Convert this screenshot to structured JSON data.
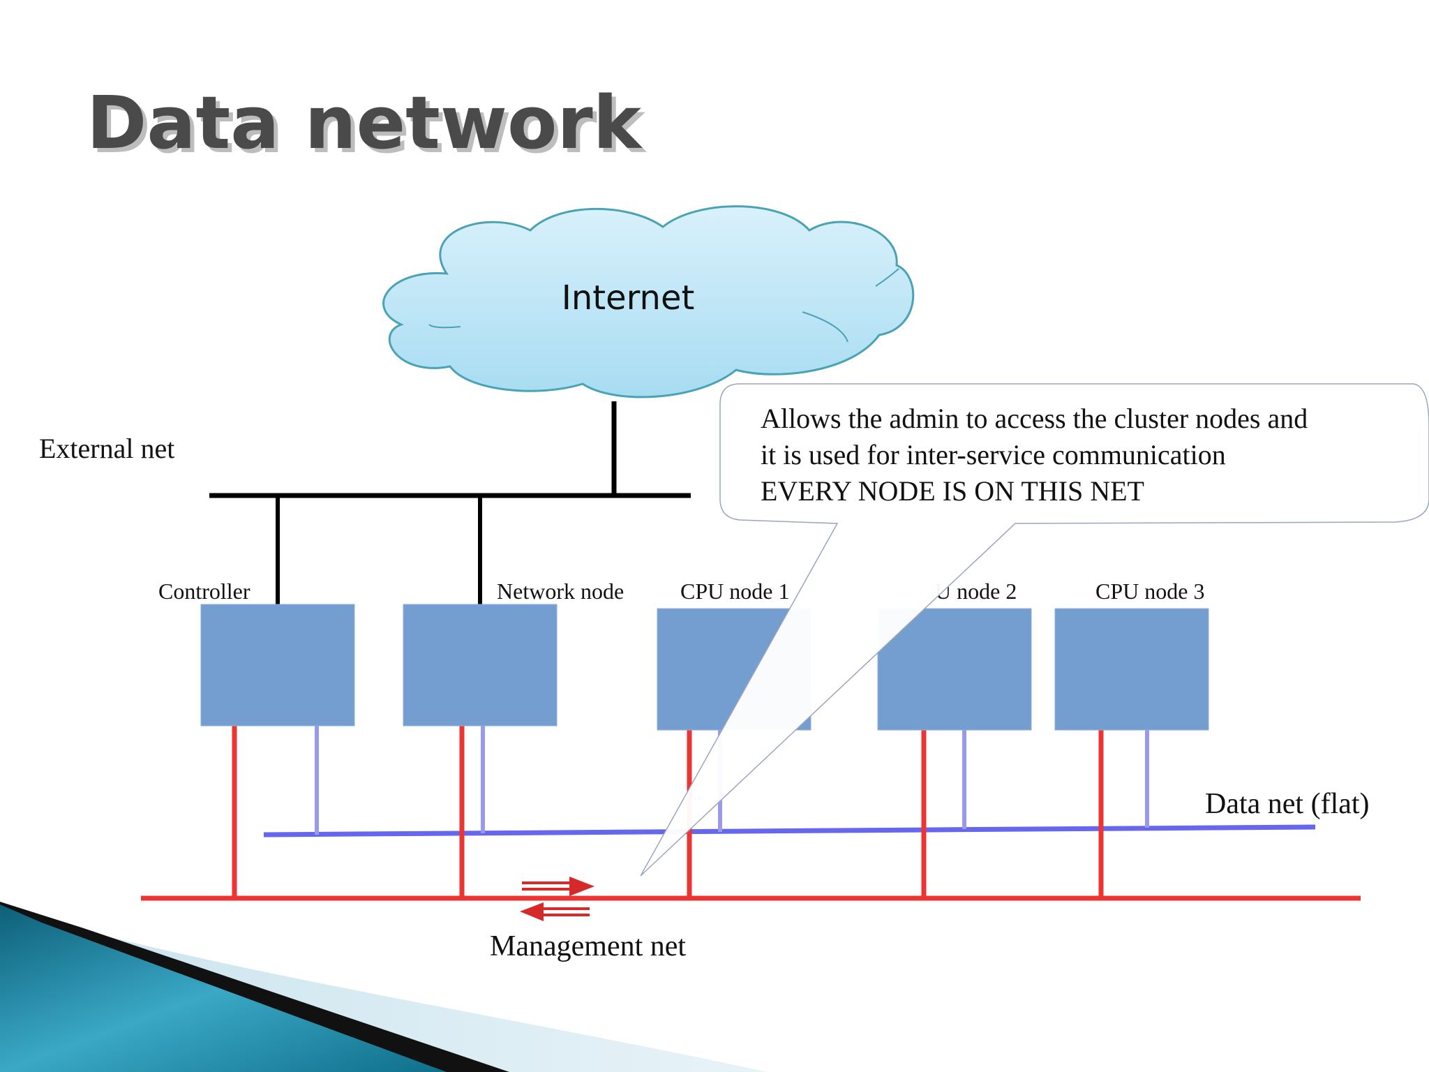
{
  "slide": {
    "title": "Data network"
  },
  "diagram": {
    "cloud_label": "Internet",
    "external_net_label": "External net",
    "data_net_label": "Data net (flat)",
    "management_net_label": "Management net",
    "nodes": [
      {
        "label": "Controller"
      },
      {
        "label": "Network node"
      },
      {
        "label": "CPU node 1"
      },
      {
        "label": "U node 2"
      },
      {
        "label": "CPU node 3"
      }
    ],
    "callout": {
      "lines": [
        "Allows the admin to access the cluster nodes and",
        "it is used for inter-service communication",
        "EVERY NODE IS ON THIS NET"
      ]
    },
    "colors": {
      "node_fill": "#739ecf",
      "external_net": "#000000",
      "data_net": "#6666ee",
      "management_net": "#ee3333",
      "data_link": "#9999ee",
      "cloud_fill": "#bfe6f7",
      "cloud_stroke": "#4aa3b5"
    }
  }
}
